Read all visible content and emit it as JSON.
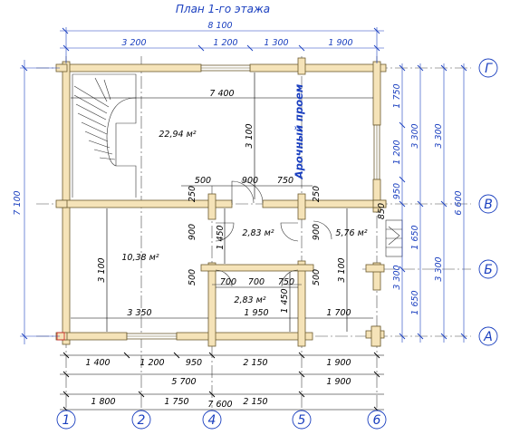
{
  "title": "План 1-го этажа",
  "arch_label": "Арочный проем",
  "rooms": {
    "big_room": "22,94 м²",
    "left_room": "10,38 м²",
    "hall": "2,83 м²",
    "bath": "2,83 м²",
    "right_room": "5,76 м²"
  },
  "axes_horizontal": [
    "1",
    "2",
    "4",
    "5",
    "6"
  ],
  "axes_vertical": [
    "Г",
    "В",
    "Б",
    "А"
  ],
  "dims_top": {
    "overall": "8 100",
    "segments": [
      "3 200",
      "1 200",
      "1 300",
      "1 900"
    ]
  },
  "dims_left": {
    "overall": "7 100"
  },
  "dims_right": {
    "col1": [
      "1 750",
      "1 200",
      "950",
      "1 650",
      "1 650"
    ],
    "col2": [
      "3 300",
      "3 300"
    ],
    "col3": [
      "3 300",
      "3 300"
    ],
    "col4": [
      "6 600"
    ]
  },
  "dims_bottom": {
    "row1": [
      "1 400",
      "1 200",
      "950",
      "2 150",
      "1 900"
    ],
    "row2": [
      "5 700",
      "1 900"
    ],
    "row3": [
      "1 800",
      "1 750",
      "2 150"
    ],
    "row4": [
      "7 600"
    ]
  },
  "dims_inner": {
    "upper_width": "7 400",
    "upper_height": "3 100",
    "door_row": [
      "500",
      "900",
      "750"
    ],
    "left_height": "3 100",
    "left_width": "3 350",
    "center_width": "1 950",
    "right_width": "1 700",
    "right_height": "3 100",
    "hall_height": "1 450",
    "bath_height": "1 450",
    "bath_row": [
      "700",
      "700",
      "750"
    ],
    "door_small": [
      "250",
      "250",
      "900",
      "900",
      "500",
      "500",
      "850"
    ]
  }
}
